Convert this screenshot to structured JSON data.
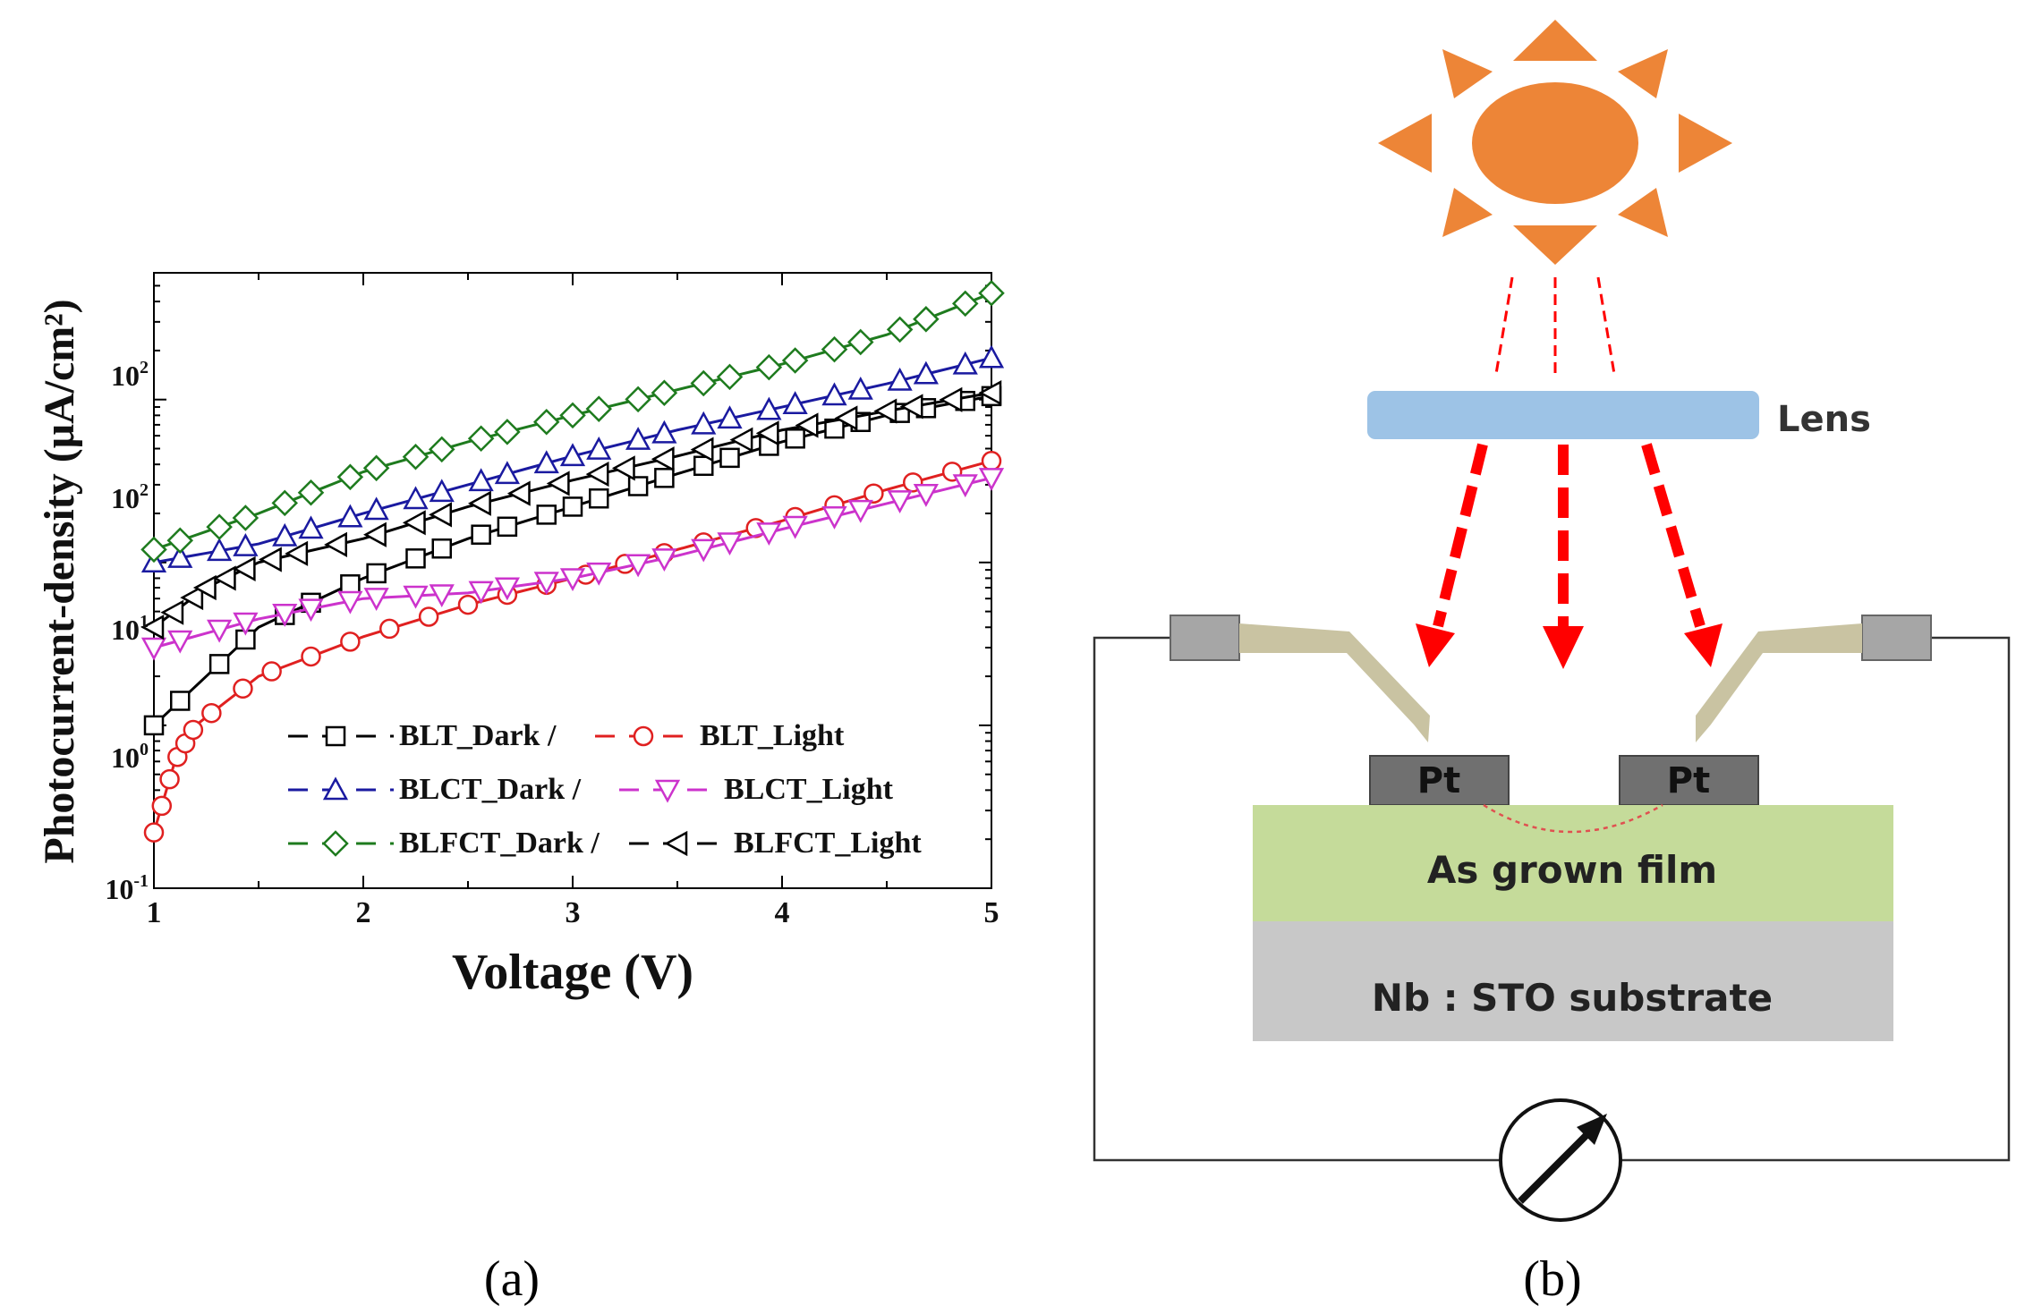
{
  "panel_a": {
    "label": "(a)"
  },
  "panel_b": {
    "label": "(b)",
    "lens_label": "Lens",
    "electrode_left": "Pt",
    "electrode_right": "Pt",
    "film_label": "As grown film",
    "substrate_label": "Nb : STO substrate",
    "colors": {
      "sun": "#ED8537",
      "lens": "#9DC3E6",
      "beam": "#FF0000",
      "film": "#C5DB9A",
      "substrate": "#C8C8C8",
      "electrode": "#707070",
      "probe": "#C9C3A2",
      "probe_holder": "#A6A6A6"
    }
  },
  "chart_data": {
    "type": "line",
    "xlabel": "Voltage (V)",
    "ylabel": "Photocurrent-density (μA/cm²)",
    "xlim": [
      1,
      5
    ],
    "ylim": [
      0.1,
      600
    ],
    "yscale": "log",
    "xticks": [
      "1",
      "2",
      "3",
      "4",
      "5"
    ],
    "yticks": [
      {
        "value": 0.1,
        "base": "10",
        "exp": "-1"
      },
      {
        "value": 1,
        "base": "10",
        "exp": "0"
      },
      {
        "value": 10,
        "base": "10",
        "exp": "1"
      },
      {
        "value": 100,
        "base": "10",
        "exp": "2"
      },
      {
        "value": 100,
        "base": "10",
        "exp": "2"
      }
    ],
    "legend_position": "bottom-right",
    "legend_rows": [
      {
        "a": "BLT_Dark /",
        "b": "BLT_Light"
      },
      {
        "a": "BLCT_Dark /",
        "b": "BLCT_Light"
      },
      {
        "a": "BLFCT_Dark /",
        "b": "BLFCT_Light"
      }
    ],
    "series": [
      {
        "name": "BLT_Dark",
        "color": "#000000",
        "marker": "square",
        "x": [
          1.0,
          1.5,
          2.0,
          2.5,
          3.0,
          3.5,
          4.0,
          4.5,
          5.0
        ],
        "y": [
          1.0,
          4.0,
          8.0,
          14.0,
          22.0,
          35.0,
          55.0,
          80.0,
          105.0
        ]
      },
      {
        "name": "BLT_Light",
        "color": "#E02020",
        "marker": "circle",
        "x": [
          1.0,
          1.1,
          1.2,
          1.5,
          2.0,
          2.5,
          3.0,
          3.5,
          4.0,
          4.5,
          5.0
        ],
        "y": [
          0.22,
          0.6,
          1.0,
          2.0,
          3.5,
          5.5,
          8.0,
          12.0,
          18.0,
          28.0,
          42.0
        ]
      },
      {
        "name": "BLCT_Dark",
        "color": "#1A1AA0",
        "marker": "triangle-up",
        "x": [
          1.0,
          1.5,
          2.0,
          2.5,
          3.0,
          3.5,
          4.0,
          4.5,
          5.0
        ],
        "y": [
          10.0,
          13.0,
          20.0,
          30.0,
          45.0,
          65.0,
          90.0,
          125.0,
          180.0
        ]
      },
      {
        "name": "BLCT_Light",
        "color": "#CC33CC",
        "marker": "triangle-down",
        "x": [
          1.0,
          1.5,
          2.0,
          2.5,
          3.0,
          3.5,
          4.0,
          4.5,
          5.0
        ],
        "y": [
          3.0,
          4.5,
          6.0,
          6.5,
          8.0,
          11.0,
          16.0,
          23.0,
          33.0
        ]
      },
      {
        "name": "BLFCT_Dark",
        "color": "#1E7B1E",
        "marker": "diamond",
        "x": [
          1.0,
          1.5,
          2.0,
          2.5,
          3.0,
          3.5,
          4.0,
          4.5,
          5.0
        ],
        "y": [
          12.0,
          20.0,
          36.0,
          55.0,
          80.0,
          115.0,
          165.0,
          250.0,
          450.0
        ]
      },
      {
        "name": "BLFCT_Light",
        "color": "#000000",
        "marker": "triangle-left",
        "x": [
          1.0,
          1.25,
          1.5,
          2.0,
          2.5,
          3.0,
          3.5,
          4.0,
          4.5,
          5.0
        ],
        "y": [
          4.0,
          7.0,
          10.0,
          14.0,
          22.0,
          32.0,
          45.0,
          65.0,
          85.0,
          110.0
        ]
      }
    ]
  }
}
